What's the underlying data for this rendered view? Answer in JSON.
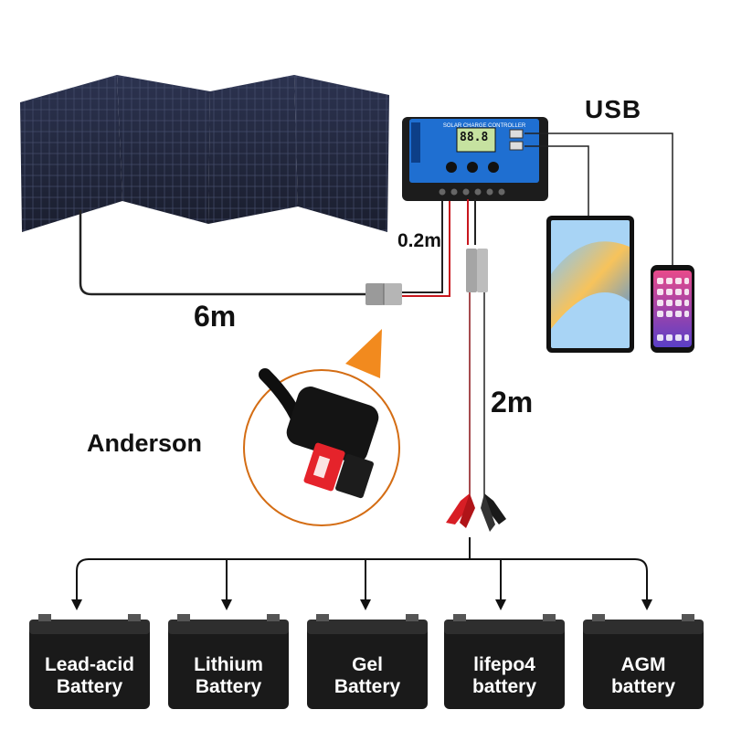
{
  "labels": {
    "usb": "USB",
    "controller_cable": "0.2m",
    "panel_cable": "6m",
    "clamp_cable": "2m",
    "connector": "Anderson"
  },
  "controller": {
    "title": "SOLAR CHARGE CONTROLLER",
    "display": "88.8"
  },
  "batteries": [
    {
      "line1": "Lead-acid",
      "line2": "Battery"
    },
    {
      "line1": "Lithium",
      "line2": "Battery"
    },
    {
      "line1": "Gel",
      "line2": "Battery"
    },
    {
      "line1": "lifepo4",
      "line2": "battery"
    },
    {
      "line1": "AGM",
      "line2": "battery"
    }
  ],
  "colors": {
    "panel": "#22273a",
    "controller_face": "#1f6fd1",
    "orange_pointer": "#f28a1e",
    "red_wire": "#c8161d"
  }
}
